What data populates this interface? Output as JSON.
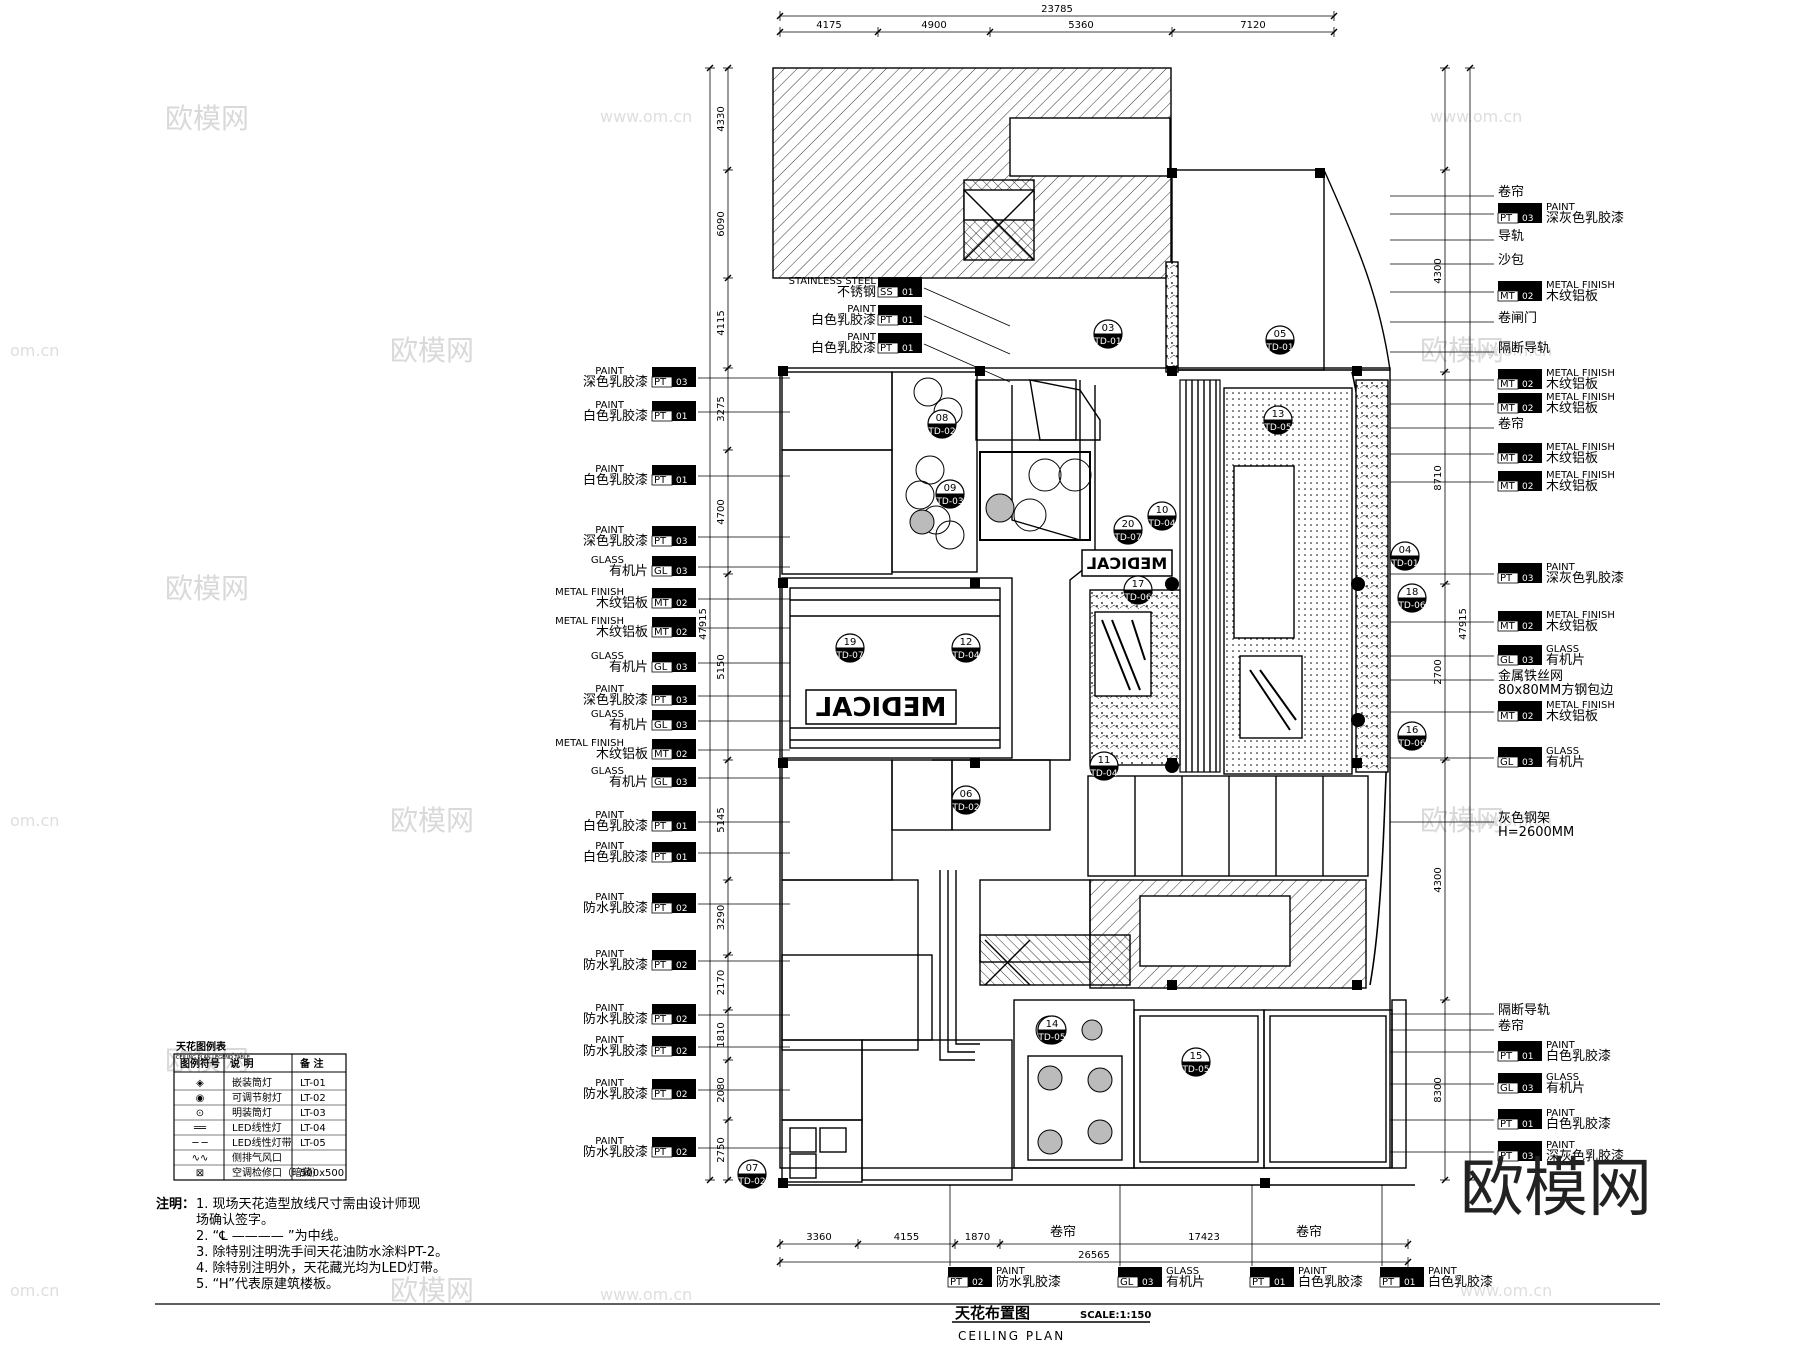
{
  "title": {
    "cn": "天花布置图",
    "scale": "SCALE:1:150",
    "en": "CEILING PLAN"
  },
  "dims": {
    "total_top": "23785",
    "top": [
      "4175",
      "4900",
      "5360",
      "7120"
    ],
    "left": [
      "4330",
      "6090",
      "4115",
      "3275",
      "4700",
      "5150",
      "5145",
      "3290",
      "2170",
      "1810",
      "2080",
      "2750"
    ],
    "left_total": "47915",
    "right": [
      "4300",
      "8710",
      "2700",
      "4300",
      "8300"
    ],
    "right_total": "47915",
    "bottom": [
      "3360",
      "4155",
      "1870",
      "17423"
    ],
    "bottom_total": "26565"
  },
  "left_callouts": [
    {
      "tag1": "PAINT",
      "name": "深色乳胶漆",
      "code": "PT",
      "no": "03"
    },
    {
      "tag1": "PAINT",
      "name": "白色乳胶漆",
      "code": "PT",
      "no": "01"
    },
    {
      "tag1": "PAINT",
      "name": "白色乳胶漆",
      "code": "PT",
      "no": "01"
    },
    {
      "tag1": "PAINT",
      "name": "深色乳胶漆",
      "code": "PT",
      "no": "03"
    },
    {
      "tag1": "GLASS",
      "name": "有机片",
      "code": "GL",
      "no": "03"
    },
    {
      "tag1": "METAL FINISH",
      "name": "木纹铝板",
      "code": "MT",
      "no": "02"
    },
    {
      "tag1": "METAL FINISH",
      "name": "木纹铝板",
      "code": "MT",
      "no": "02"
    },
    {
      "tag1": "GLASS",
      "name": "有机片",
      "code": "GL",
      "no": "03"
    },
    {
      "tag1": "PAINT",
      "name": "深色乳胶漆",
      "code": "PT",
      "no": "03"
    },
    {
      "tag1": "GLASS",
      "name": "有机片",
      "code": "GL",
      "no": "03"
    },
    {
      "tag1": "METAL FINISH",
      "name": "木纹铝板",
      "code": "MT",
      "no": "02"
    },
    {
      "tag1": "GLASS",
      "name": "有机片",
      "code": "GL",
      "no": "03"
    },
    {
      "tag1": "PAINT",
      "name": "白色乳胶漆",
      "code": "PT",
      "no": "01"
    },
    {
      "tag1": "PAINT",
      "name": "白色乳胶漆",
      "code": "PT",
      "no": "01"
    },
    {
      "tag1": "PAINT",
      "name": "防水乳胶漆",
      "code": "PT",
      "no": "02"
    },
    {
      "tag1": "PAINT",
      "name": "防水乳胶漆",
      "code": "PT",
      "no": "02"
    },
    {
      "tag1": "PAINT",
      "name": "防水乳胶漆",
      "code": "PT",
      "no": "02"
    },
    {
      "tag1": "PAINT",
      "name": "防水乳胶漆",
      "code": "PT",
      "no": "02"
    },
    {
      "tag1": "PAINT",
      "name": "防水乳胶漆",
      "code": "PT",
      "no": "02"
    },
    {
      "tag1": "PAINT",
      "name": "防水乳胶漆",
      "code": "PT",
      "no": "02"
    }
  ],
  "upper_callouts": [
    {
      "tag1": "STAINLESS STEEL",
      "name": "不锈钢",
      "code": "SS",
      "no": "01"
    },
    {
      "tag1": "PAINT",
      "name": "白色乳胶漆",
      "code": "PT",
      "no": "01"
    },
    {
      "tag1": "PAINT",
      "name": "白色乳胶漆",
      "code": "PT",
      "no": "01"
    }
  ],
  "right_callouts": [
    {
      "name": "卷帘"
    },
    {
      "tag1": "PAINT",
      "name": "深灰色乳胶漆",
      "code": "PT",
      "no": "03"
    },
    {
      "name": "导轨"
    },
    {
      "name": "沙包"
    },
    {
      "tag1": "METAL FINISH",
      "name": "木纹铝板",
      "code": "MT",
      "no": "02"
    },
    {
      "name": "卷闸门"
    },
    {
      "name": "隔断导轨"
    },
    {
      "tag1": "METAL FINISH",
      "name": "木纹铝板",
      "code": "MT",
      "no": "02"
    },
    {
      "tag1": "METAL FINISH",
      "name": "木纹铝板",
      "code": "MT",
      "no": "02"
    },
    {
      "name": "卷帘"
    },
    {
      "tag1": "METAL FINISH",
      "name": "木纹铝板",
      "code": "MT",
      "no": "02"
    },
    {
      "tag1": "METAL FINISH",
      "name": "木纹铝板",
      "code": "MT",
      "no": "02"
    },
    {
      "tag1": "PAINT",
      "name": "深灰色乳胶漆",
      "code": "PT",
      "no": "03"
    },
    {
      "tag1": "METAL FINISH",
      "name": "木纹铝板",
      "code": "MT",
      "no": "02"
    },
    {
      "tag1": "GLASS",
      "name": "有机片",
      "code": "GL",
      "no": "03"
    },
    {
      "name": "金属铁丝网",
      "name2": "80x80MM方钢包边"
    },
    {
      "tag1": "METAL FINISH",
      "name": "木纹铝板",
      "code": "MT",
      "no": "02"
    },
    {
      "tag1": "GLASS",
      "name": "有机片",
      "code": "GL",
      "no": "03"
    },
    {
      "name": "灰色钢架",
      "name2": "H=2600MM"
    },
    {
      "name": "隔断导轨"
    },
    {
      "name": "卷帘"
    },
    {
      "tag1": "PAINT",
      "name": "白色乳胶漆",
      "code": "PT",
      "no": "01"
    },
    {
      "tag1": "GLASS",
      "name": "有机片",
      "code": "GL",
      "no": "03"
    },
    {
      "tag1": "PAINT",
      "name": "白色乳胶漆",
      "code": "PT",
      "no": "01"
    },
    {
      "tag1": "PAINT",
      "name": "深灰色乳胶漆",
      "code": "PT",
      "no": "03"
    }
  ],
  "bottom_callouts": [
    {
      "tag1": "PAINT",
      "name": "防水乳胶漆",
      "code": "PT",
      "no": "02"
    },
    {
      "tag1": "GLASS",
      "name": "有机片",
      "code": "GL",
      "no": "03"
    },
    {
      "tag1": "PAINT",
      "name": "白色乳胶漆",
      "code": "PT",
      "no": "01"
    },
    {
      "tag1": "PAINT",
      "name": "白色乳胶漆",
      "code": "PT",
      "no": "01"
    }
  ],
  "bottom_labels": [
    "卷帘",
    "卷帘"
  ],
  "section_markers": [
    {
      "num": "03",
      "ref": "TD-01"
    },
    {
      "num": "05",
      "ref": "TD-01"
    },
    {
      "num": "08",
      "ref": "TD-02"
    },
    {
      "num": "09",
      "ref": "TD-03"
    },
    {
      "num": "13",
      "ref": "TD-05"
    },
    {
      "num": "10",
      "ref": "TD-04"
    },
    {
      "num": "20",
      "ref": "TD-07"
    },
    {
      "num": "04",
      "ref": "TD-01"
    },
    {
      "num": "17",
      "ref": "TD-06"
    },
    {
      "num": "18",
      "ref": "TD-06"
    },
    {
      "num": "19",
      "ref": "TD-07"
    },
    {
      "num": "12",
      "ref": "TD-04"
    },
    {
      "num": "16",
      "ref": "TD-06"
    },
    {
      "num": "11",
      "ref": "TD-04"
    },
    {
      "num": "06",
      "ref": "TD-02"
    },
    {
      "num": "14",
      "ref": "TD-05"
    },
    {
      "num": "15",
      "ref": "TD-05"
    },
    {
      "num": "07",
      "ref": "TD-02"
    }
  ],
  "signs": [
    "MEDICAL",
    "MEDICAL"
  ],
  "legend": {
    "title": "天花图例表",
    "title_en": "CEILING PLAN LEGEND TABLE",
    "headers": [
      "图例符号",
      "说 明",
      "备 注"
    ],
    "rows": [
      {
        "desc": "嵌装筒灯",
        "note": "LT-01"
      },
      {
        "desc": "可调节射灯",
        "note": "LT-02"
      },
      {
        "desc": "明装筒灯",
        "note": "LT-03"
      },
      {
        "desc": "LED线性灯",
        "note": "LT-04"
      },
      {
        "desc": "LED线性灯带",
        "note": "LT-05"
      },
      {
        "desc": "侧排气风口",
        "note": ""
      },
      {
        "desc": "空调检修口（暗藏）",
        "note": "500x500"
      }
    ]
  },
  "notes": {
    "label": "注明：",
    "items": [
      "1. 现场天花造型放线尺寸需由设计师现",
      "   场确认签字。",
      "2. “℄ ———— ”为中线。",
      "3. 除特别注明洗手间天花油防水涂料PT-2。",
      "4. 除特别注明外，天花藏光均为LED灯带。",
      "5. “H”代表原建筑楼板。"
    ]
  },
  "watermark": {
    "brand": "欧模网",
    "url": "www.om.cn",
    "domain": "om.cn"
  },
  "colors": {
    "ink": "#000000",
    "hatch": "#000000",
    "watermark": "#d9d9d9"
  }
}
